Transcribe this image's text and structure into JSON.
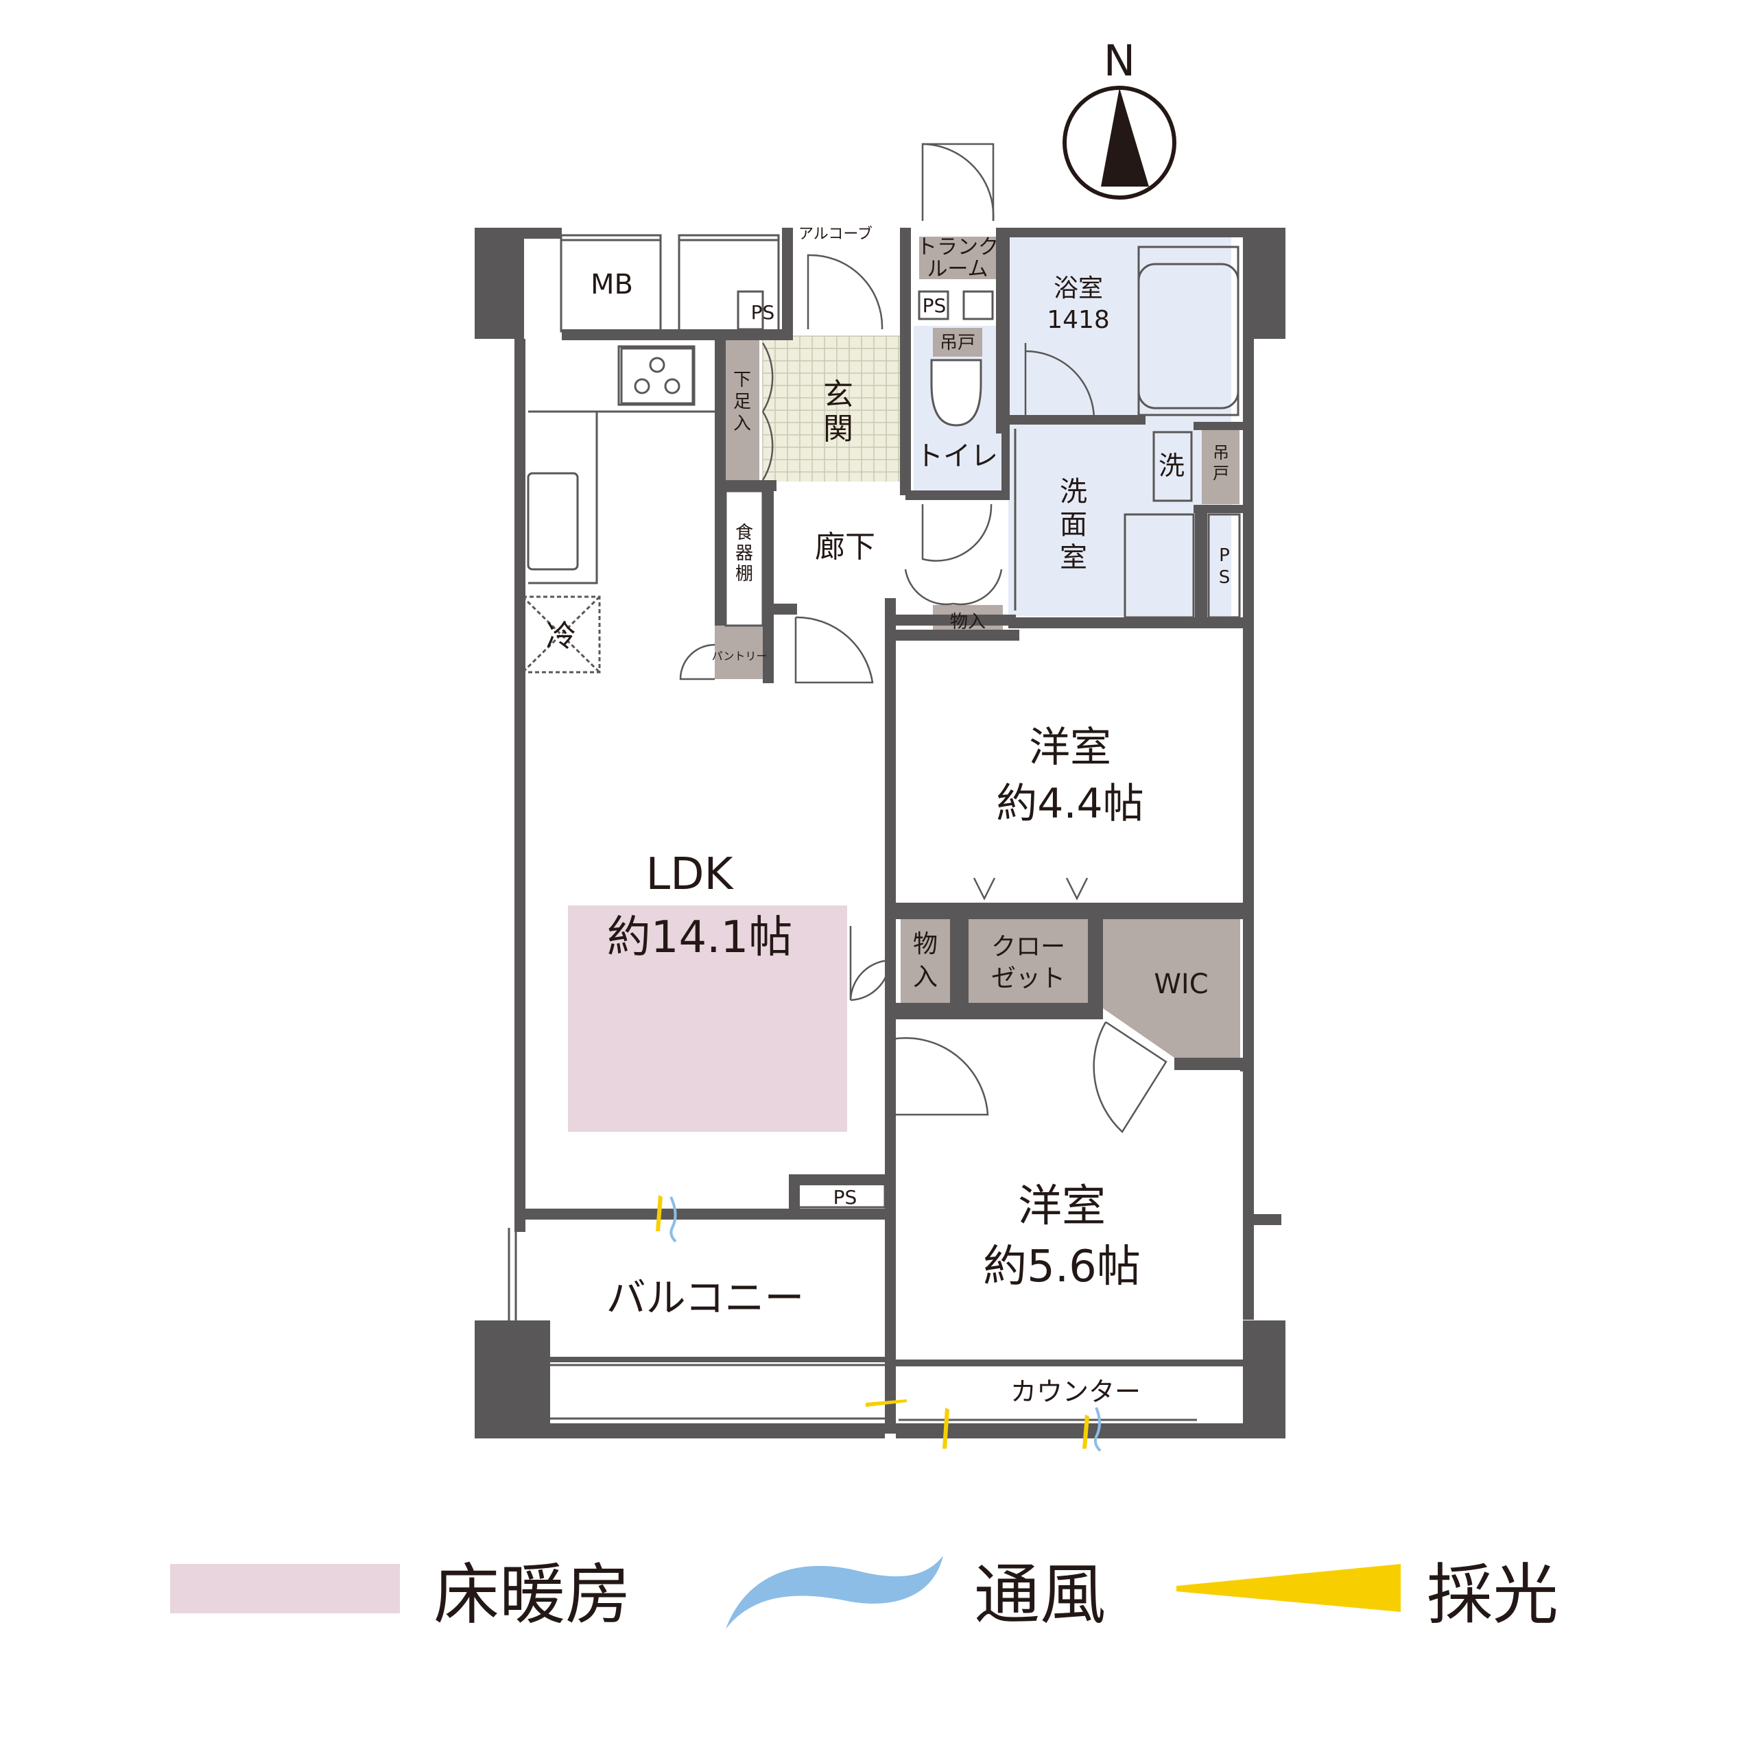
{
  "compass": {
    "label": "N"
  },
  "rooms": {
    "mb": "MB",
    "ps_entrance": "PS",
    "alcove": "アルコーブ",
    "trunk_room": [
      "トランク",
      "ルーム"
    ],
    "ps_trunk": "PS",
    "bathroom": [
      "浴室",
      "1418"
    ],
    "tsuridana_toilet": "吊戸",
    "entrance": [
      "玄",
      "関"
    ],
    "shoe_storage": [
      "下",
      "足",
      "入"
    ],
    "toilet": "トイレ",
    "laundry": "洗",
    "tsuridana_laundry": [
      "吊",
      "戸"
    ],
    "washroom": [
      "洗",
      "面",
      "室"
    ],
    "ps_washroom": [
      "P",
      "S"
    ],
    "dish_shelf": [
      "食",
      "器",
      "棚"
    ],
    "hallway": "廊下",
    "storage_hall": "物入",
    "fridge": "冷",
    "pantry": "パントリー",
    "western_room_1": [
      "洋室",
      "約4.4帖"
    ],
    "ldk": [
      "LDK",
      "約14.1帖"
    ],
    "storage_ldk": [
      "物",
      "入"
    ],
    "closet": [
      "クロー",
      "ゼット"
    ],
    "wic": "WIC",
    "ps_ldk": "PS",
    "western_room_2": [
      "洋室",
      "約5.6帖"
    ],
    "balcony": "バルコニー",
    "counter": "カウンター"
  },
  "legend": [
    {
      "label": "床暖房",
      "color": "#e8d5dd"
    },
    {
      "label": "通風",
      "color": "#8bbde6"
    },
    {
      "label": "採光",
      "color": "#f7cf00"
    }
  ],
  "colors": {
    "wall": "#595757",
    "storage": "#b4aaa6",
    "wet_area": "#e5ebf6",
    "floor_heating": "#e8d5dd"
  }
}
